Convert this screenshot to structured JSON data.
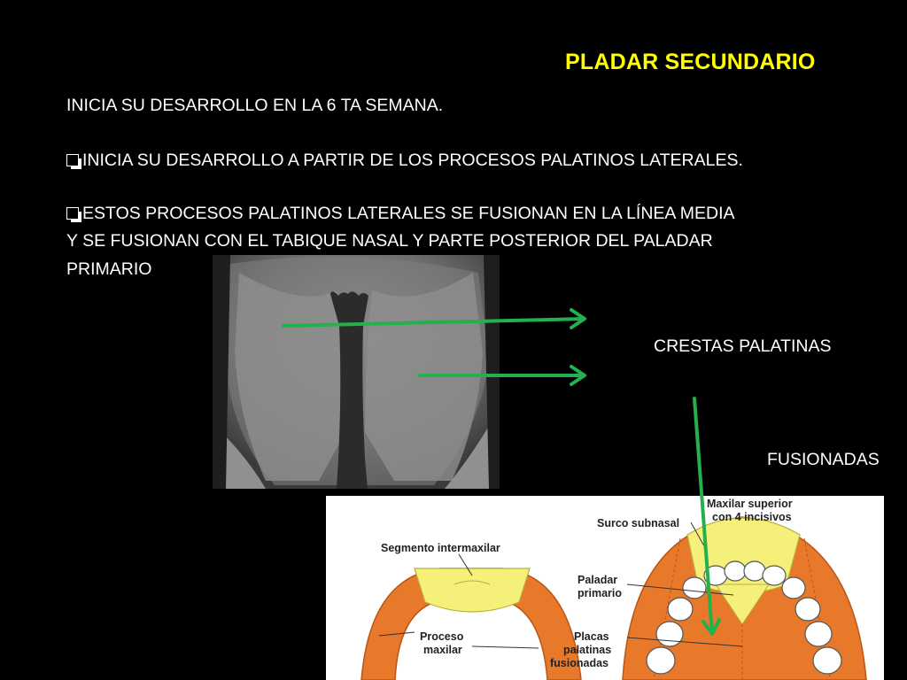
{
  "slide": {
    "title": "PLADAR SECUNDARIO",
    "intro": "INICIA SU DESARROLLO EN LA 6 TA SEMANA.",
    "bullet1": "INICIA SU DESARROLLO A PARTIR DE LOS PROCESOS PALATINOS LATERALES.",
    "bullet2_line1": "ESTOS PROCESOS PALATINOS LATERALES SE FUSIONAN EN LA LÍNEA MEDIA",
    "bullet2_line2": "Y SE FUSIONAN CON EL TABIQUE NASAL Y PARTE POSTERIOR DEL PALADAR",
    "bullet2_line3": "PRIMARIO",
    "label_crestas": "CRESTAS PALATINAS",
    "label_fusionadas": "FUSIONADAS"
  },
  "diagram": {
    "segmento": "Segmento intermaxilar",
    "proceso_line1": "Proceso",
    "proceso_line2": "maxilar",
    "surco": "Surco subnasal",
    "maxilar_line1": "Maxilar superior",
    "maxilar_line2": "con 4 incisivos",
    "paladar_line1": "Paladar",
    "paladar_line2": "primario",
    "placas_line1": "Placas",
    "placas_line2": "palatinas",
    "placas_line3": "fusionadas"
  },
  "colors": {
    "title": "#ffff00",
    "text": "#ffffff",
    "background": "#000000",
    "arrow": "#22b14c",
    "orange": "#e8782a",
    "yellow": "#f5f07a"
  }
}
